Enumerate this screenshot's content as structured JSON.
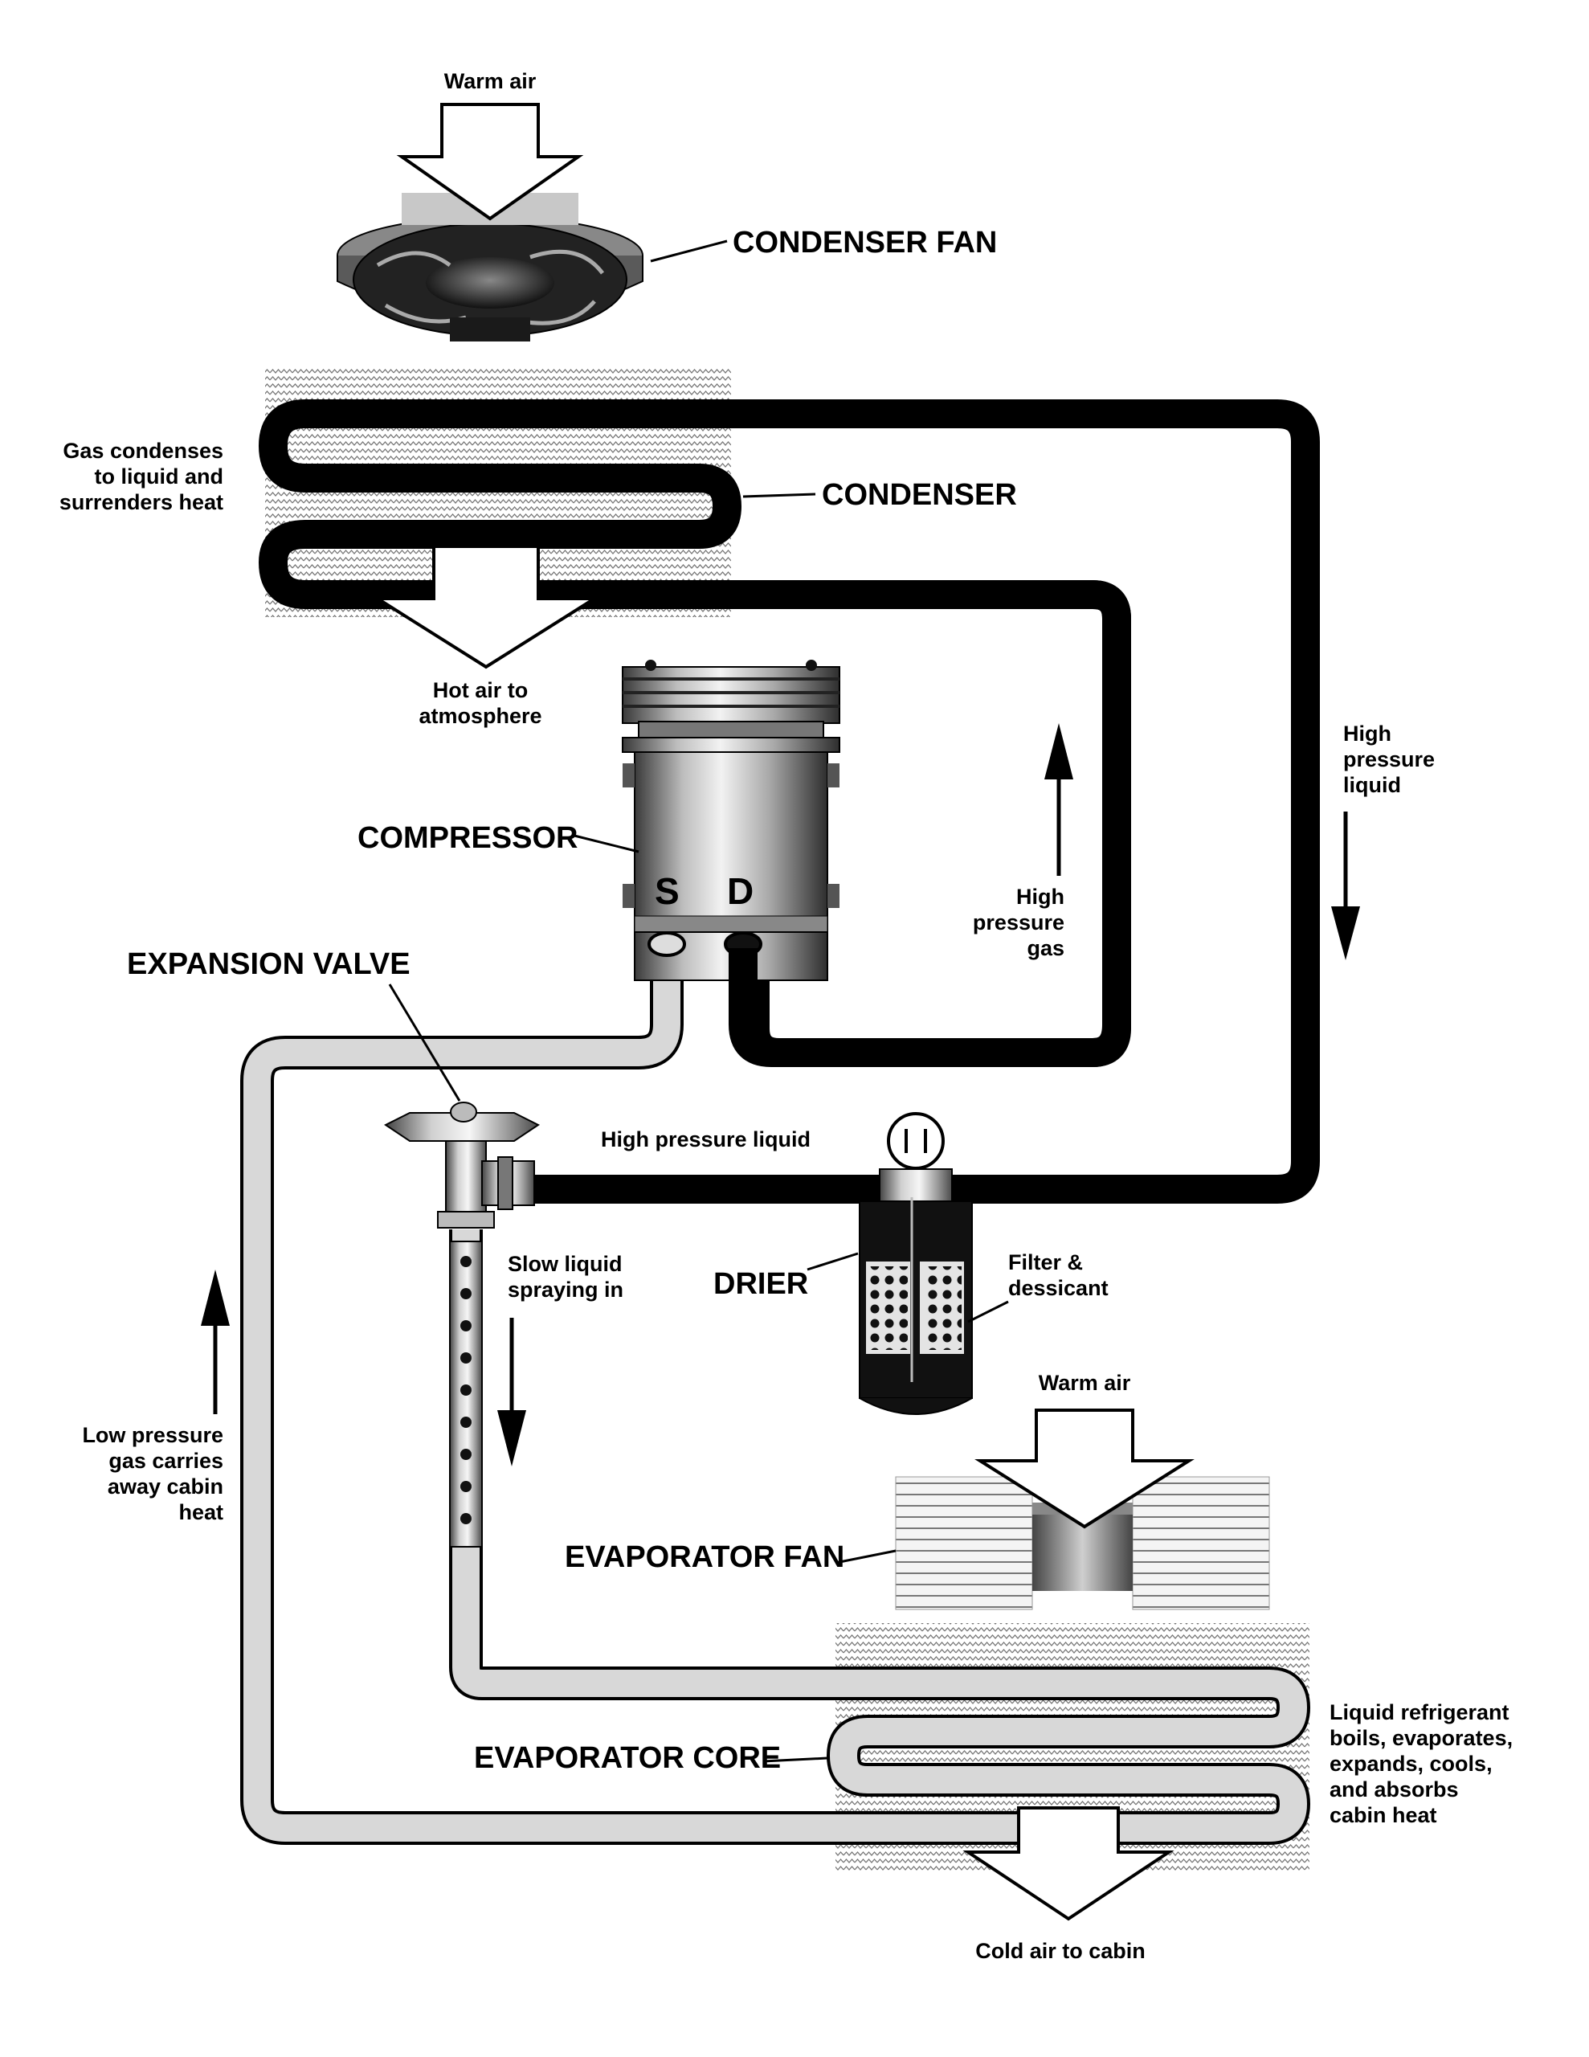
{
  "labels": {
    "warm_air_top": "Warm air",
    "condenser_fan": "CONDENSER FAN",
    "gas_condenses": [
      "Gas condenses",
      "to liquid and",
      "surrenders heat"
    ],
    "condenser": "CONDENSER",
    "hot_air": [
      "Hot air to",
      "atmosphere"
    ],
    "compressor": "COMPRESSOR",
    "suction": "S",
    "discharge": "D",
    "high_pressure_gas": [
      "High",
      "pressure",
      "gas"
    ],
    "high_pressure_liquid_right": [
      "High",
      "pressure",
      "liquid"
    ],
    "expansion_valve": "EXPANSION VALVE",
    "high_pressure_liquid_line": "High pressure liquid",
    "slow_liquid": [
      "Slow liquid",
      "spraying in"
    ],
    "drier": "DRIER",
    "filter_dessicant": [
      "Filter &",
      "dessicant"
    ],
    "warm_air_bottom": "Warm air",
    "low_pressure_gas": [
      "Low pressure",
      "gas carries",
      "away cabin",
      "heat"
    ],
    "evaporator_fan": "EVAPORATOR FAN",
    "evaporator_core": "EVAPORATOR CORE",
    "liquid_refrigerant": [
      "Liquid refrigerant",
      "boils, evaporates,",
      "expands, cools,",
      "and absorbs",
      "cabin heat"
    ],
    "cold_air": "Cold air to cabin"
  },
  "colors": {
    "ink": "#000000",
    "high_pressure_line": "#111111",
    "low_pressure_line": "#d8d8d8",
    "metal_light": "#f0f0f0",
    "metal_dark": "#555555"
  }
}
